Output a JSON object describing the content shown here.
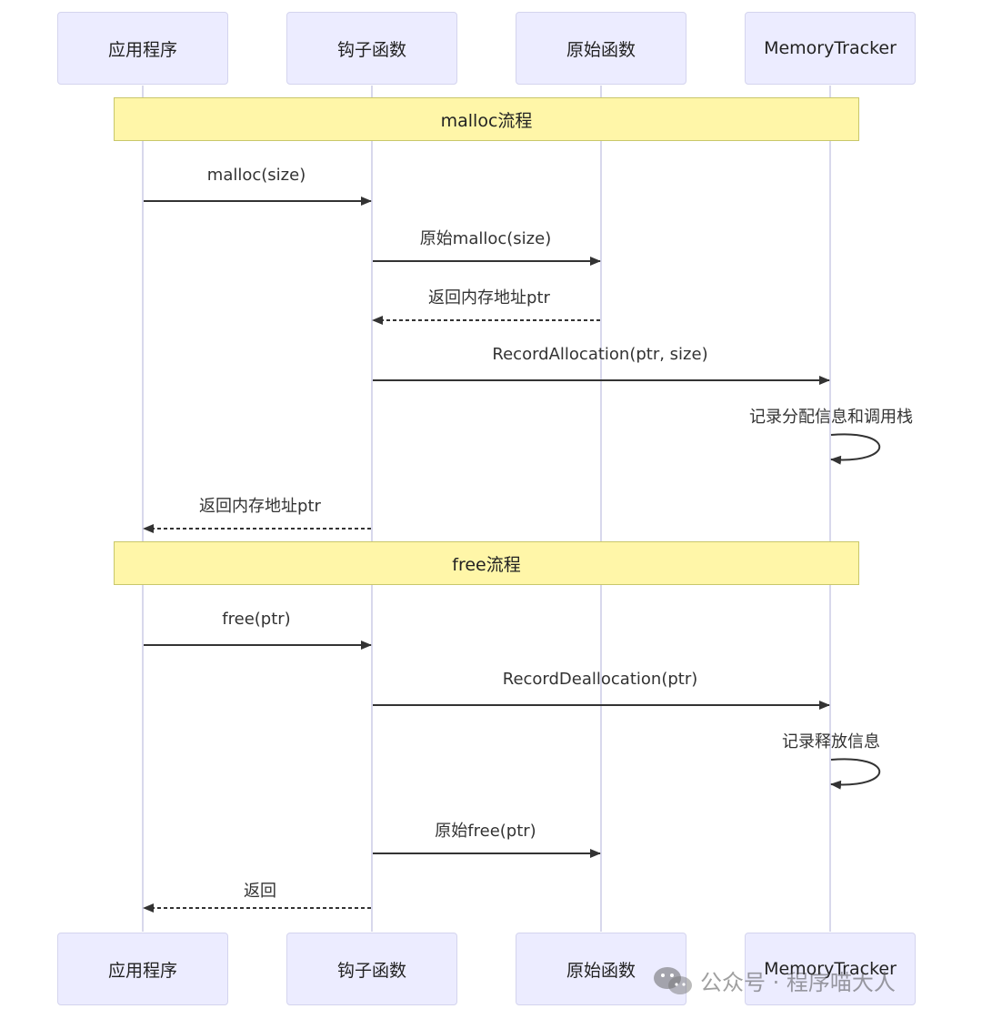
{
  "participants": [
    "应用程序",
    "钩子函数",
    "原始函数",
    "MemoryTracker"
  ],
  "notes": [
    "malloc流程",
    "free流程"
  ],
  "messages": [
    {
      "label": "malloc(size)",
      "from": 0,
      "to": 1,
      "style": "solid"
    },
    {
      "label": "原始malloc(size)",
      "from": 1,
      "to": 2,
      "style": "solid"
    },
    {
      "label": "返回内存地址ptr",
      "from": 2,
      "to": 1,
      "style": "dashed"
    },
    {
      "label": "RecordAllocation(ptr, size)",
      "from": 1,
      "to": 3,
      "style": "solid"
    },
    {
      "label": "记录分配信息和调用栈",
      "from": 3,
      "to": 3,
      "style": "self"
    },
    {
      "label": "返回内存地址ptr",
      "from": 1,
      "to": 0,
      "style": "dashed"
    },
    {
      "label": "free(ptr)",
      "from": 0,
      "to": 1,
      "style": "solid"
    },
    {
      "label": "RecordDeallocation(ptr)",
      "from": 1,
      "to": 3,
      "style": "solid"
    },
    {
      "label": "记录释放信息",
      "from": 3,
      "to": 3,
      "style": "self"
    },
    {
      "label": "原始free(ptr)",
      "from": 1,
      "to": 2,
      "style": "solid"
    },
    {
      "label": "返回",
      "from": 1,
      "to": 0,
      "style": "dashed"
    }
  ],
  "watermark": "公众号 · 程序喵大人"
}
